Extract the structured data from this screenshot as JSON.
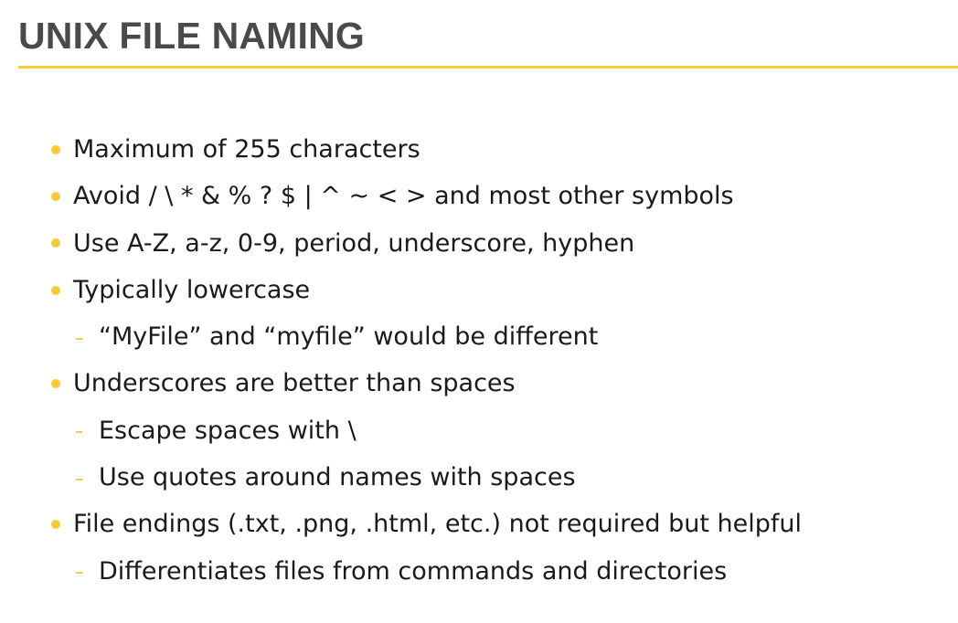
{
  "slide": {
    "title": "UNIX FILE NAMING",
    "bullets": [
      {
        "level": 1,
        "text": "Maximum of 255 characters"
      },
      {
        "level": 1,
        "text": "Avoid / \\ * & % ? $ | ^ ~ < > and most other symbols"
      },
      {
        "level": 1,
        "text": "Use A-Z, a-z, 0-9, period, underscore, hyphen"
      },
      {
        "level": 1,
        "text": "Typically lowercase"
      },
      {
        "level": 2,
        "text": "“MyFile” and “myfile” would be different"
      },
      {
        "level": 1,
        "text": "Underscores are better than spaces"
      },
      {
        "level": 2,
        "text": "Escape spaces with \\"
      },
      {
        "level": 2,
        "text": "Use quotes around names with spaces"
      },
      {
        "level": 1,
        "text": "File endings (.txt, .png, .html, etc.) not required but helpful"
      },
      {
        "level": 2,
        "text": "Differentiates files from commands and directories"
      }
    ]
  },
  "colors": {
    "accent": "#f8cd3a",
    "title_text": "#4a4a4a",
    "body_text": "#1a1a1a"
  }
}
